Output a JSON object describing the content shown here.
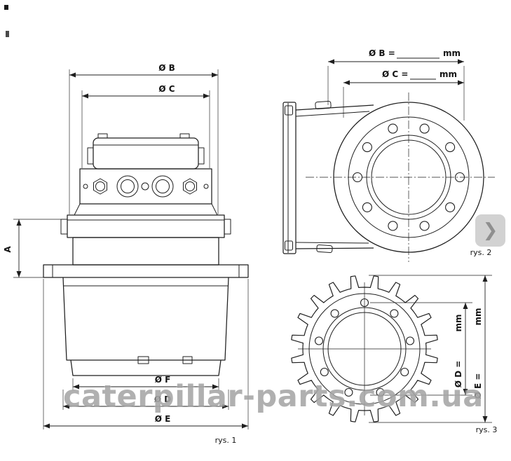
{
  "colors": {
    "line": "#1f1f1f",
    "watermark": "#808080",
    "chevron_bg": "#d2d2d2",
    "chevron_fg": "#8f8f8f",
    "background": "#ffffff"
  },
  "watermark": {
    "text": "caterpillar-parts.com.ua"
  },
  "nav": {
    "next_chevron": "❯"
  },
  "fig1": {
    "caption": "rys. 1",
    "dim_b": "Ø B",
    "dim_c": "Ø C",
    "dim_a": "A",
    "dim_f": "Ø F",
    "dim_d": "Ø D",
    "dim_e": "Ø E"
  },
  "fig2": {
    "caption": "rys. 2",
    "dim_b_label": "Ø B =",
    "dim_b_unit": "mm",
    "dim_c_label": "Ø C =",
    "dim_c_unit": "mm"
  },
  "fig3": {
    "caption": "rys. 3",
    "dim_d_label": "Ø D =",
    "dim_d_unit": "mm",
    "dim_e_label": "Ø E =",
    "dim_e_unit": "mm"
  }
}
